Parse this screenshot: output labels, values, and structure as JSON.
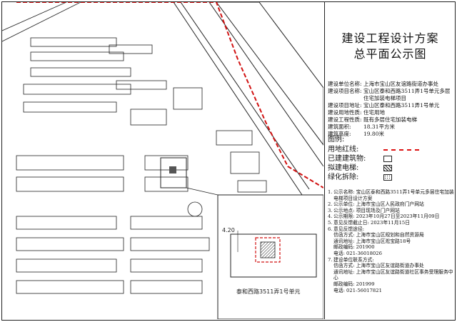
{
  "panel": {
    "title_line1": "建设工程设计方案",
    "title_line2": "总平面公示图",
    "info": [
      {
        "key": "建设单位名称:",
        "value": "上海市宝山区友谊路街道办事处"
      },
      {
        "key": "建设项目名称:",
        "value": "宝山区泰和西路3511弄1号单元多层住宅加装电梯项目"
      },
      {
        "key": "建设项目地址:",
        "value": "宝山区泰和西路3511弄1号单元"
      },
      {
        "key": "建设用地性质:",
        "value": "住宅用地"
      },
      {
        "key": "建设工程性质:",
        "value": "既有多层住宅加装电梯"
      },
      {
        "key": "建筑面积:",
        "value": "18.31平方米"
      },
      {
        "key": "建筑高度:",
        "value": "19.80米"
      }
    ],
    "legend_title": "图例:",
    "legend": [
      {
        "label": "用地红线:",
        "symbol": "red-dashed-line"
      },
      {
        "label": "已建建筑物:",
        "symbol": "outline-box"
      },
      {
        "label": "拟建电梯:",
        "symbol": "hatched-box"
      },
      {
        "label": "绿化拆除:",
        "symbol": "dotted-box"
      }
    ],
    "notes": [
      {
        "n": "1.",
        "text": "公示名称: 宝山区泰和西路3511弄1号单元多层住宅加装电梯项目设计方案"
      },
      {
        "n": "2.",
        "text": "公示单位: 上海市宝山区人民政府门户网站"
      },
      {
        "n": "3.",
        "text": "公示地点: 项目现场及门户网站"
      },
      {
        "n": "4.",
        "text": "公示期限: 2023年10月27日至2023年11月09日"
      },
      {
        "n": "5.",
        "text": "意见反馈截止日: 2023年11月15日"
      },
      {
        "n": "6.",
        "text": "意见反馈途径:"
      },
      {
        "n": "",
        "text": "信函方式: 上海市宝山区规划和自然资源局"
      },
      {
        "n": "",
        "text": "通讯地址: 上海市宝山区淞宝路18号"
      },
      {
        "n": "",
        "text": "邮政编码: 201900"
      },
      {
        "n": "",
        "text": "电话: 021-36018026"
      },
      {
        "n": "7.",
        "text": "建设单位联系方式:"
      },
      {
        "n": "",
        "text": "信函方式: 上海市宝山区友谊路街道办事处"
      },
      {
        "n": "",
        "text": "通讯地址: 上海市宝山区友谊路街道社区事务受理服务中心"
      },
      {
        "n": "",
        "text": "邮政编码: 201999"
      },
      {
        "n": "",
        "text": "电话: 021-56017821"
      }
    ]
  },
  "map": {
    "road_label": "泰和西路3511弄1号单元",
    "setback_label": "4.20",
    "colors": {
      "redline": "#d11111",
      "building": "#222222"
    }
  }
}
